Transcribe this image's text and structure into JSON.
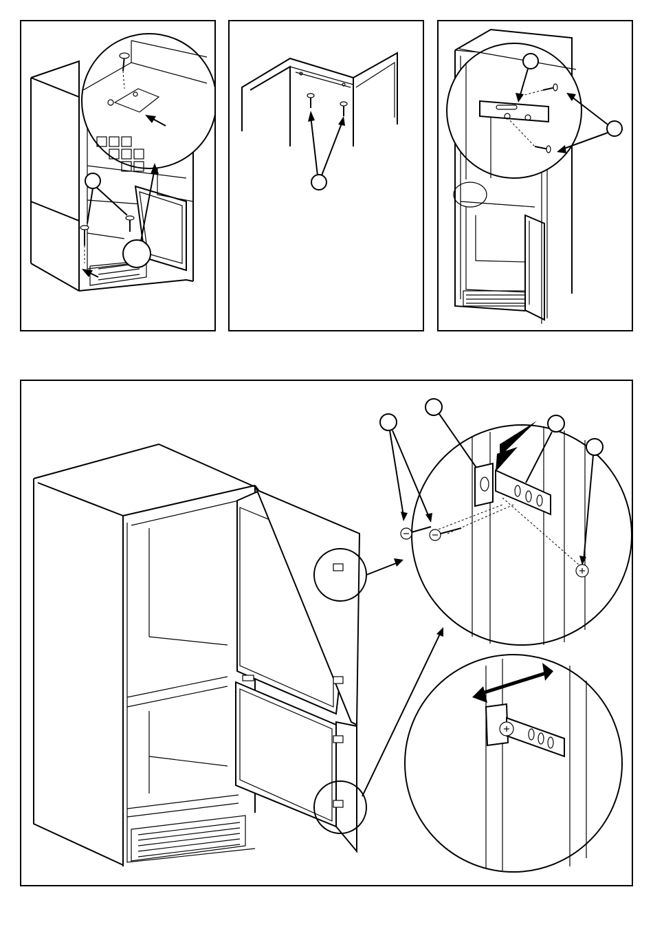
{
  "figure": {
    "panels": [
      {
        "name": "panel-1",
        "callouts": [
          "",
          ""
        ]
      },
      {
        "name": "panel-2",
        "callouts": [
          ""
        ]
      },
      {
        "name": "panel-3",
        "callouts": [
          "",
          ""
        ]
      },
      {
        "name": "panel-4",
        "callouts": [
          "",
          "",
          "",
          ""
        ]
      }
    ],
    "colors": {
      "ink": "#000000",
      "paper": "#ffffff"
    },
    "icons": [
      "screw-icon",
      "arrow-icon",
      "hinge-icon",
      "bracket-icon",
      "double-arrow-icon"
    ]
  }
}
